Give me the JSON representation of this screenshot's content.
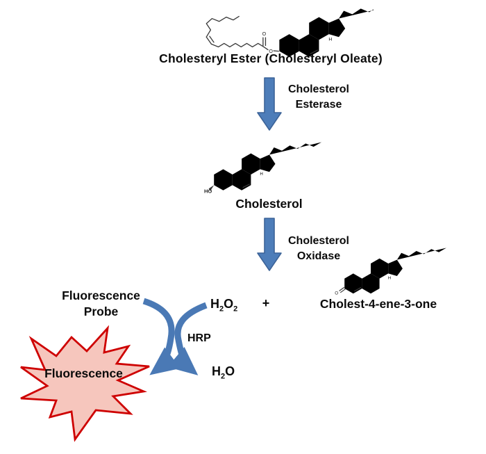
{
  "diagram": {
    "title": "Cholesteryl Ester (Cholesteryl Oleate)",
    "step1": {
      "enzyme_line1": "Cholesterol",
      "enzyme_line2": "Esterase"
    },
    "intermediate_label": "Cholesterol",
    "step2": {
      "enzyme_line1": "Cholesterol",
      "enzyme_line2": "Oxidase"
    },
    "reaction": {
      "probe_line1": "Fluorescence",
      "probe_line2": "Probe",
      "h2o2_parts": [
        "H",
        "2",
        "O",
        "2"
      ],
      "plus": "+",
      "product_label": "Cholest-4-ene-3-one",
      "catalyst": "HRP",
      "h2o_parts": [
        "H",
        "2",
        "O"
      ],
      "output_label": "Fluorescence"
    },
    "atom_labels": {
      "hydroxyl": "HO",
      "carbonyl_o": "O",
      "ester_o": "O",
      "ketone_o": "O",
      "stereo_h": "H"
    }
  },
  "colors": {
    "arrow_blue_fill": "#4d7db9",
    "arrow_blue_border": "#3c6398",
    "curved_arrow_blue": "#4a79b5",
    "burst_fill": "#f6c6bd",
    "burst_outline": "#ce0000",
    "structure_line": "#3a3a3a",
    "text": "#0a0a0a"
  }
}
